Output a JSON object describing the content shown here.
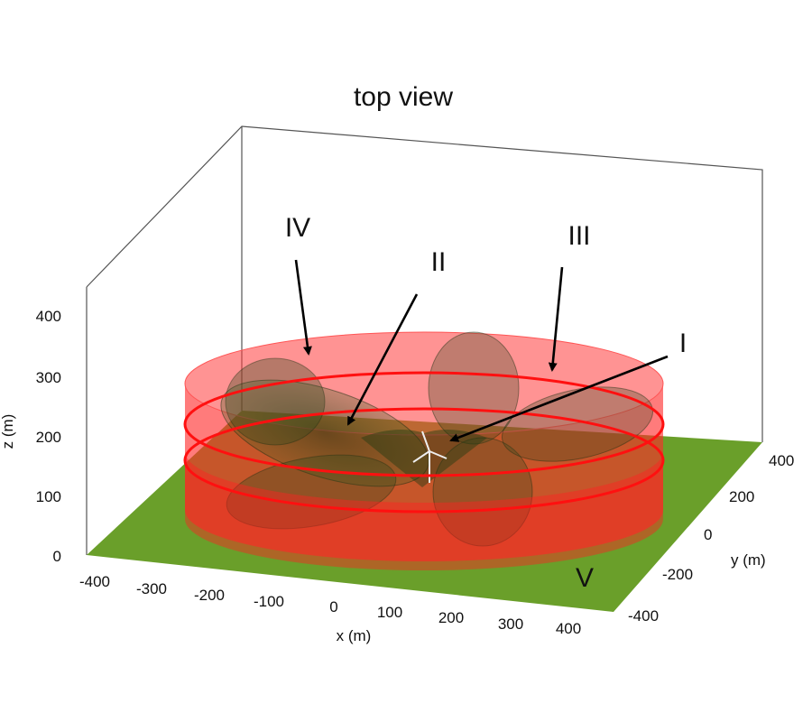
{
  "title": "top view",
  "axes": {
    "x": {
      "label": "x (m)",
      "ticks": [
        "-400",
        "-300",
        "-200",
        "-100",
        "0",
        "100",
        "200",
        "300",
        "400"
      ]
    },
    "y": {
      "label": "y (m)",
      "ticks": [
        "-400",
        "-200",
        "0",
        "200",
        "400"
      ]
    },
    "z": {
      "label": "z (m)",
      "ticks": [
        "0",
        "100",
        "200",
        "300",
        "400"
      ]
    }
  },
  "regions": {
    "I": "I",
    "II": "II",
    "III": "III",
    "IV": "IV",
    "V": "V"
  },
  "colors": {
    "ground": "#6a9f2a",
    "cylinder": "#ff2a2a",
    "lobe": "#2f4a1e",
    "turbine": "#e8e8e8"
  }
}
